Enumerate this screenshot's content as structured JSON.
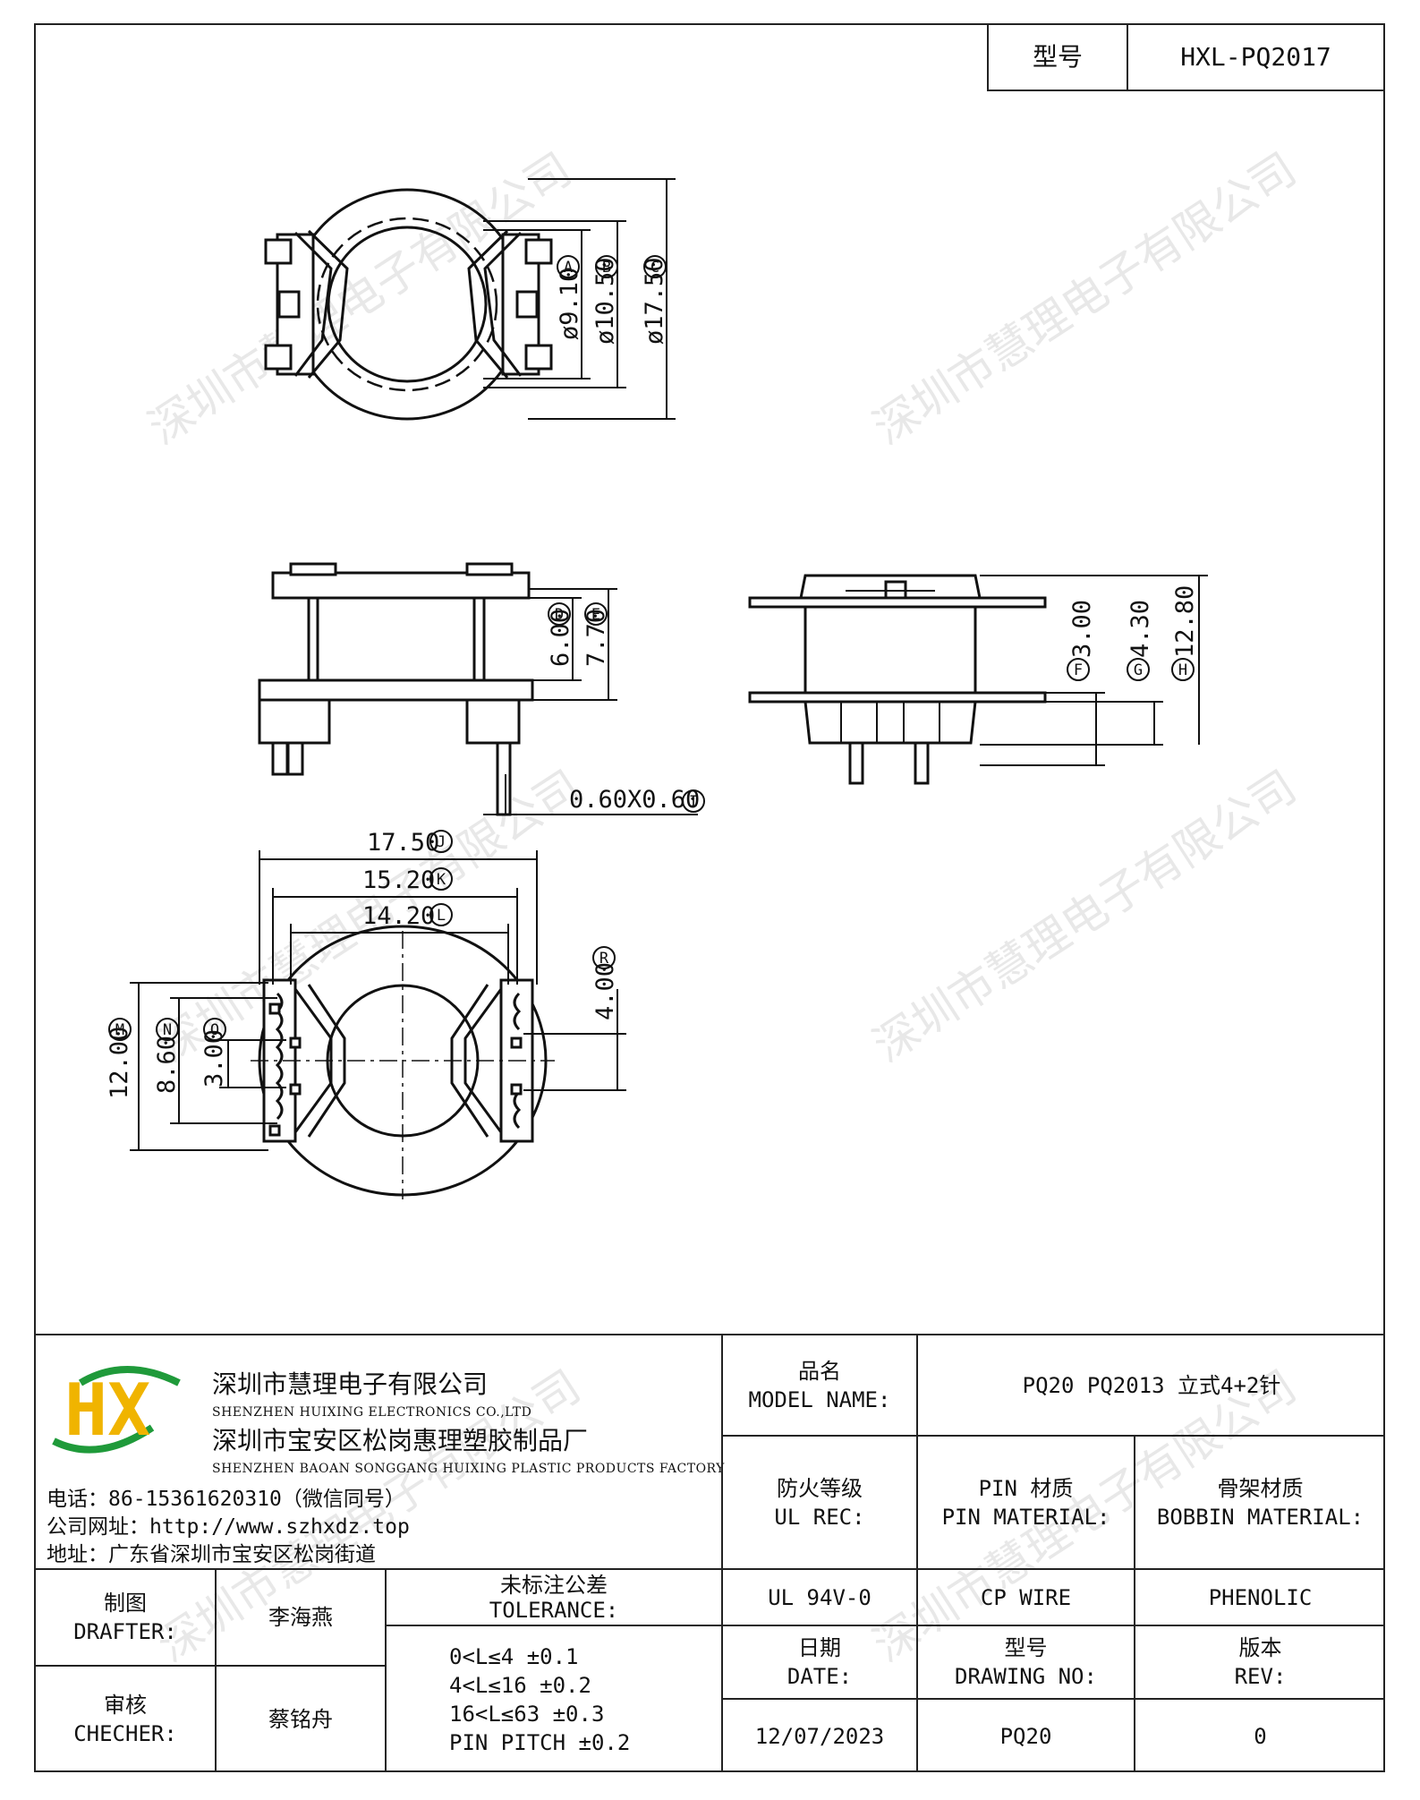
{
  "header": {
    "model_label": "型号",
    "model_value": "HXL-PQ2017"
  },
  "watermark": "深圳市慧理电子有限公司",
  "dimensions": {
    "A": "ø9.10",
    "A_tag": "A",
    "B": "ø10.50",
    "B_tag": "B",
    "C": "ø17.50",
    "C_tag": "C",
    "D": "6.00",
    "D_tag": "D",
    "E": "7.70",
    "E_tag": "E",
    "F": "3.00",
    "F_tag": "F",
    "G": "4.30",
    "G_tag": "G",
    "H": "12.80",
    "H_tag": "H",
    "I": "0.60X0.60",
    "I_tag": "I",
    "J": "17.50",
    "J_tag": "J",
    "K": "15.20",
    "K_tag": "K",
    "L": "14.20",
    "L_tag": "L",
    "M": "12.00",
    "M_tag": "M",
    "N": "8.60",
    "N_tag": "N",
    "O": "3.00",
    "O_tag": "O",
    "R": "4.00",
    "R_tag": "R"
  },
  "company": {
    "logo_text": "HX",
    "name_cn": "深圳市慧理电子有限公司",
    "name_en": "SHENZHEN HUIXING ELECTRONICS CO.,LTD",
    "factory_cn": "深圳市宝安区松岗惠理塑胶制品厂",
    "factory_en": "SHENZHEN BAOAN SONGGANG HUIXING PLASTIC PRODUCTS FACTORY",
    "phone": "电话：86-15361620310（微信同号）",
    "website": "公司网址：http://www.szhxdz.top",
    "address": "地址：广东省深圳市宝安区松岗街道"
  },
  "title_block": {
    "model_name_cn": "品名",
    "model_name_en": "MODEL NAME:",
    "model_name_value": "PQ20 PQ2013 立式4+2针",
    "ul_cn": "防火等级",
    "ul_en": "UL REC:",
    "pin_cn": "PIN 材质",
    "pin_en": "PIN MATERIAL:",
    "bobbin_cn": "骨架材质",
    "bobbin_en": "BOBBIN MATERIAL:",
    "ul_value": "UL 94V-0",
    "pin_value": "CP WIRE",
    "bobbin_value": "PHENOLIC",
    "drafter_cn": "制图",
    "drafter_en": "DRAFTER:",
    "drafter_value": "李海燕",
    "checker_cn": "审核",
    "checker_en": "CHECHER:",
    "checker_value": "蔡铭舟",
    "tolerance_cn": "未标注公差",
    "tolerance_en": "TOLERANCE:",
    "tolerance_lines": [
      "0<L≤4  ±0.1",
      "4<L≤16 ±0.2",
      "16<L≤63 ±0.3",
      "PIN PITCH ±0.2"
    ],
    "date_cn": "日期",
    "date_en": "DATE:",
    "date_value": "12/07/2023",
    "drawing_cn": "型号",
    "drawing_en": "DRAWING NO:",
    "drawing_value": "PQ20",
    "rev_cn": "版本",
    "rev_en": "REV:",
    "rev_value": "0"
  }
}
